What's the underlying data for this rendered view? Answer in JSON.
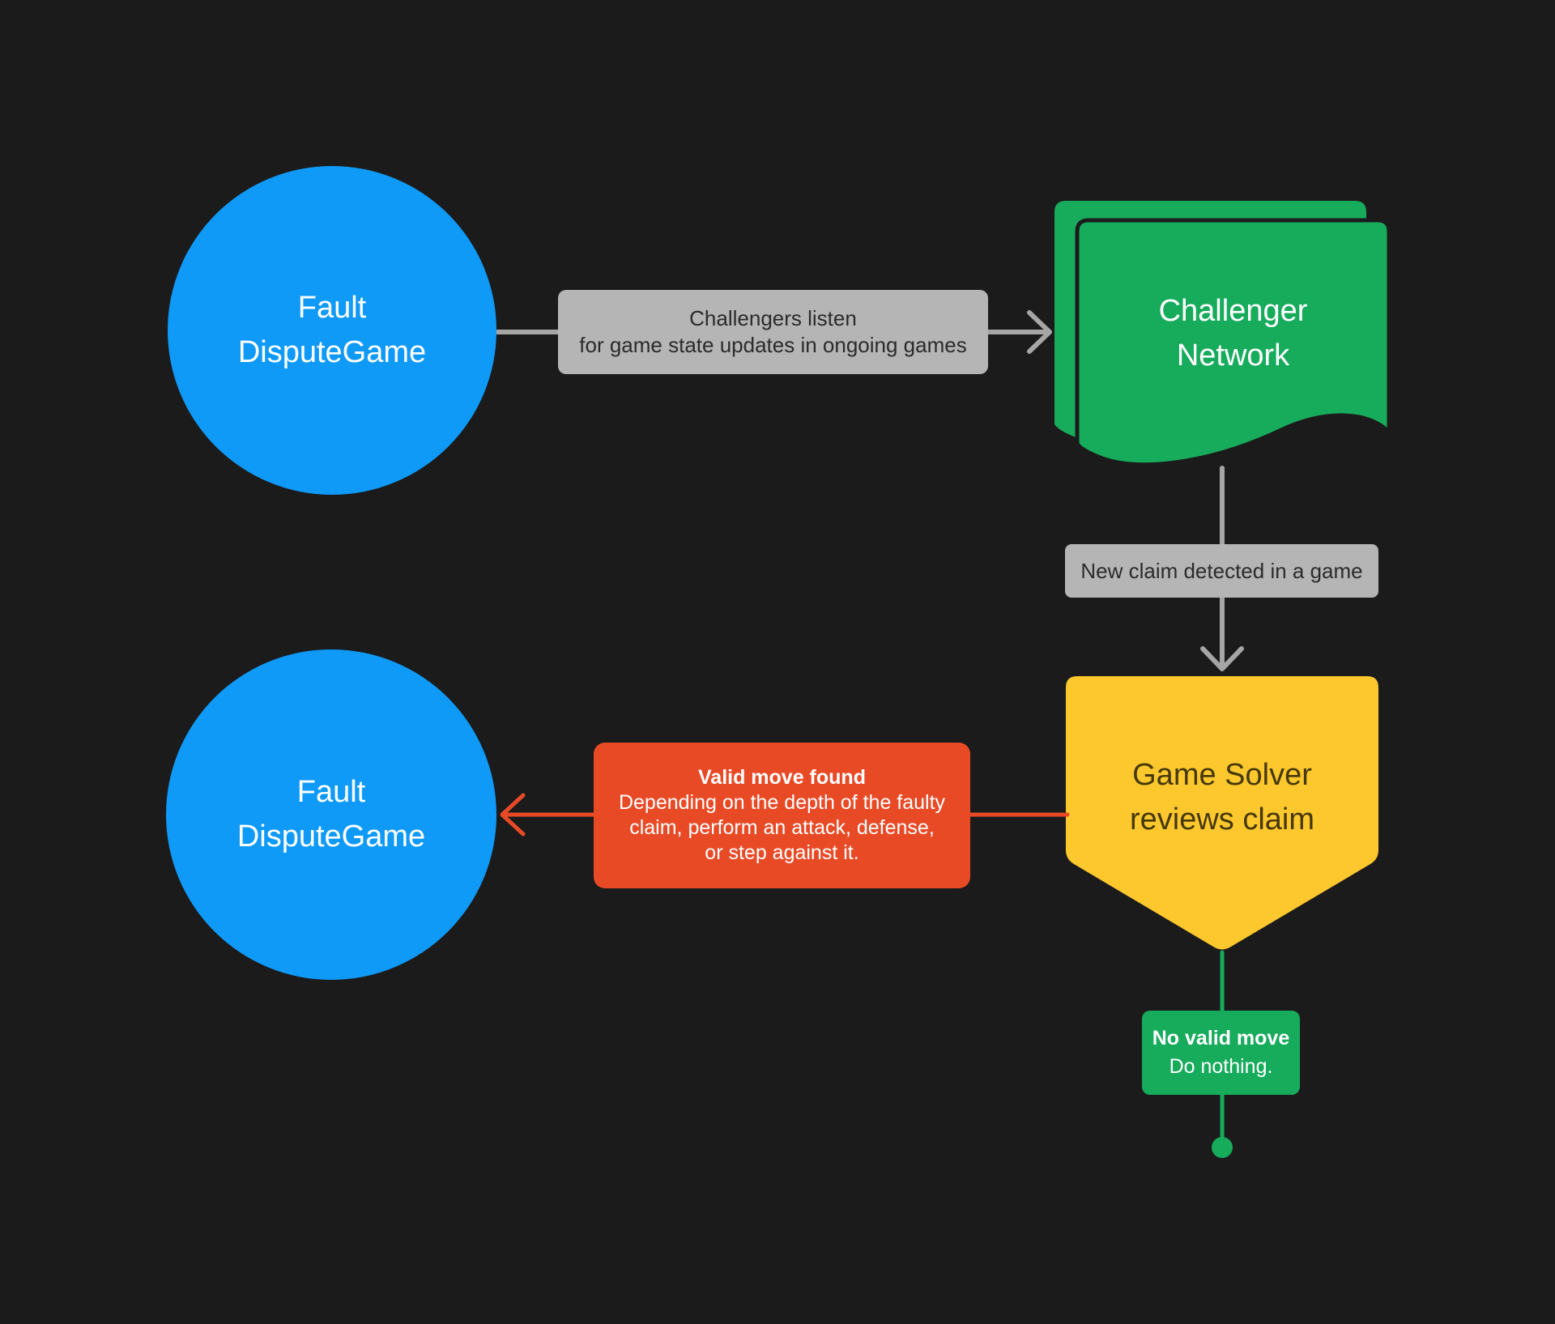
{
  "colors": {
    "background": "#1B1B1B",
    "blue": "#0F9AF8",
    "green": "#17AB5C",
    "yellow": "#FDC72E",
    "red": "#E84A26",
    "label_bg": "#B5B5B5",
    "label_text": "#2B2B2B",
    "connector_gray": "#A6A6A6",
    "node_text_dark": "#45390A",
    "node_text_light": "#FFFFFF"
  },
  "nodes": {
    "fault_dispute_game_top": {
      "line1": "Fault",
      "line2": "DisputeGame"
    },
    "challenger_network": {
      "line1": "Challenger",
      "line2": "Network"
    },
    "game_solver": {
      "line1": "Game Solver",
      "line2": "reviews claim"
    },
    "fault_dispute_game_bottom": {
      "line1": "Fault",
      "line2": "DisputeGame"
    }
  },
  "labels": {
    "challengers_listen": {
      "line1": "Challengers listen",
      "line2": "for game state updates in ongoing games"
    },
    "new_claim": {
      "text": "New claim detected in a game"
    },
    "valid_move": {
      "title": "Valid move found",
      "line1": "Depending on the depth of the faulty",
      "line2": "claim, perform an attack, defense,",
      "line3": "or step against it."
    },
    "no_valid_move": {
      "title": "No valid move",
      "subtitle": "Do nothing."
    }
  }
}
